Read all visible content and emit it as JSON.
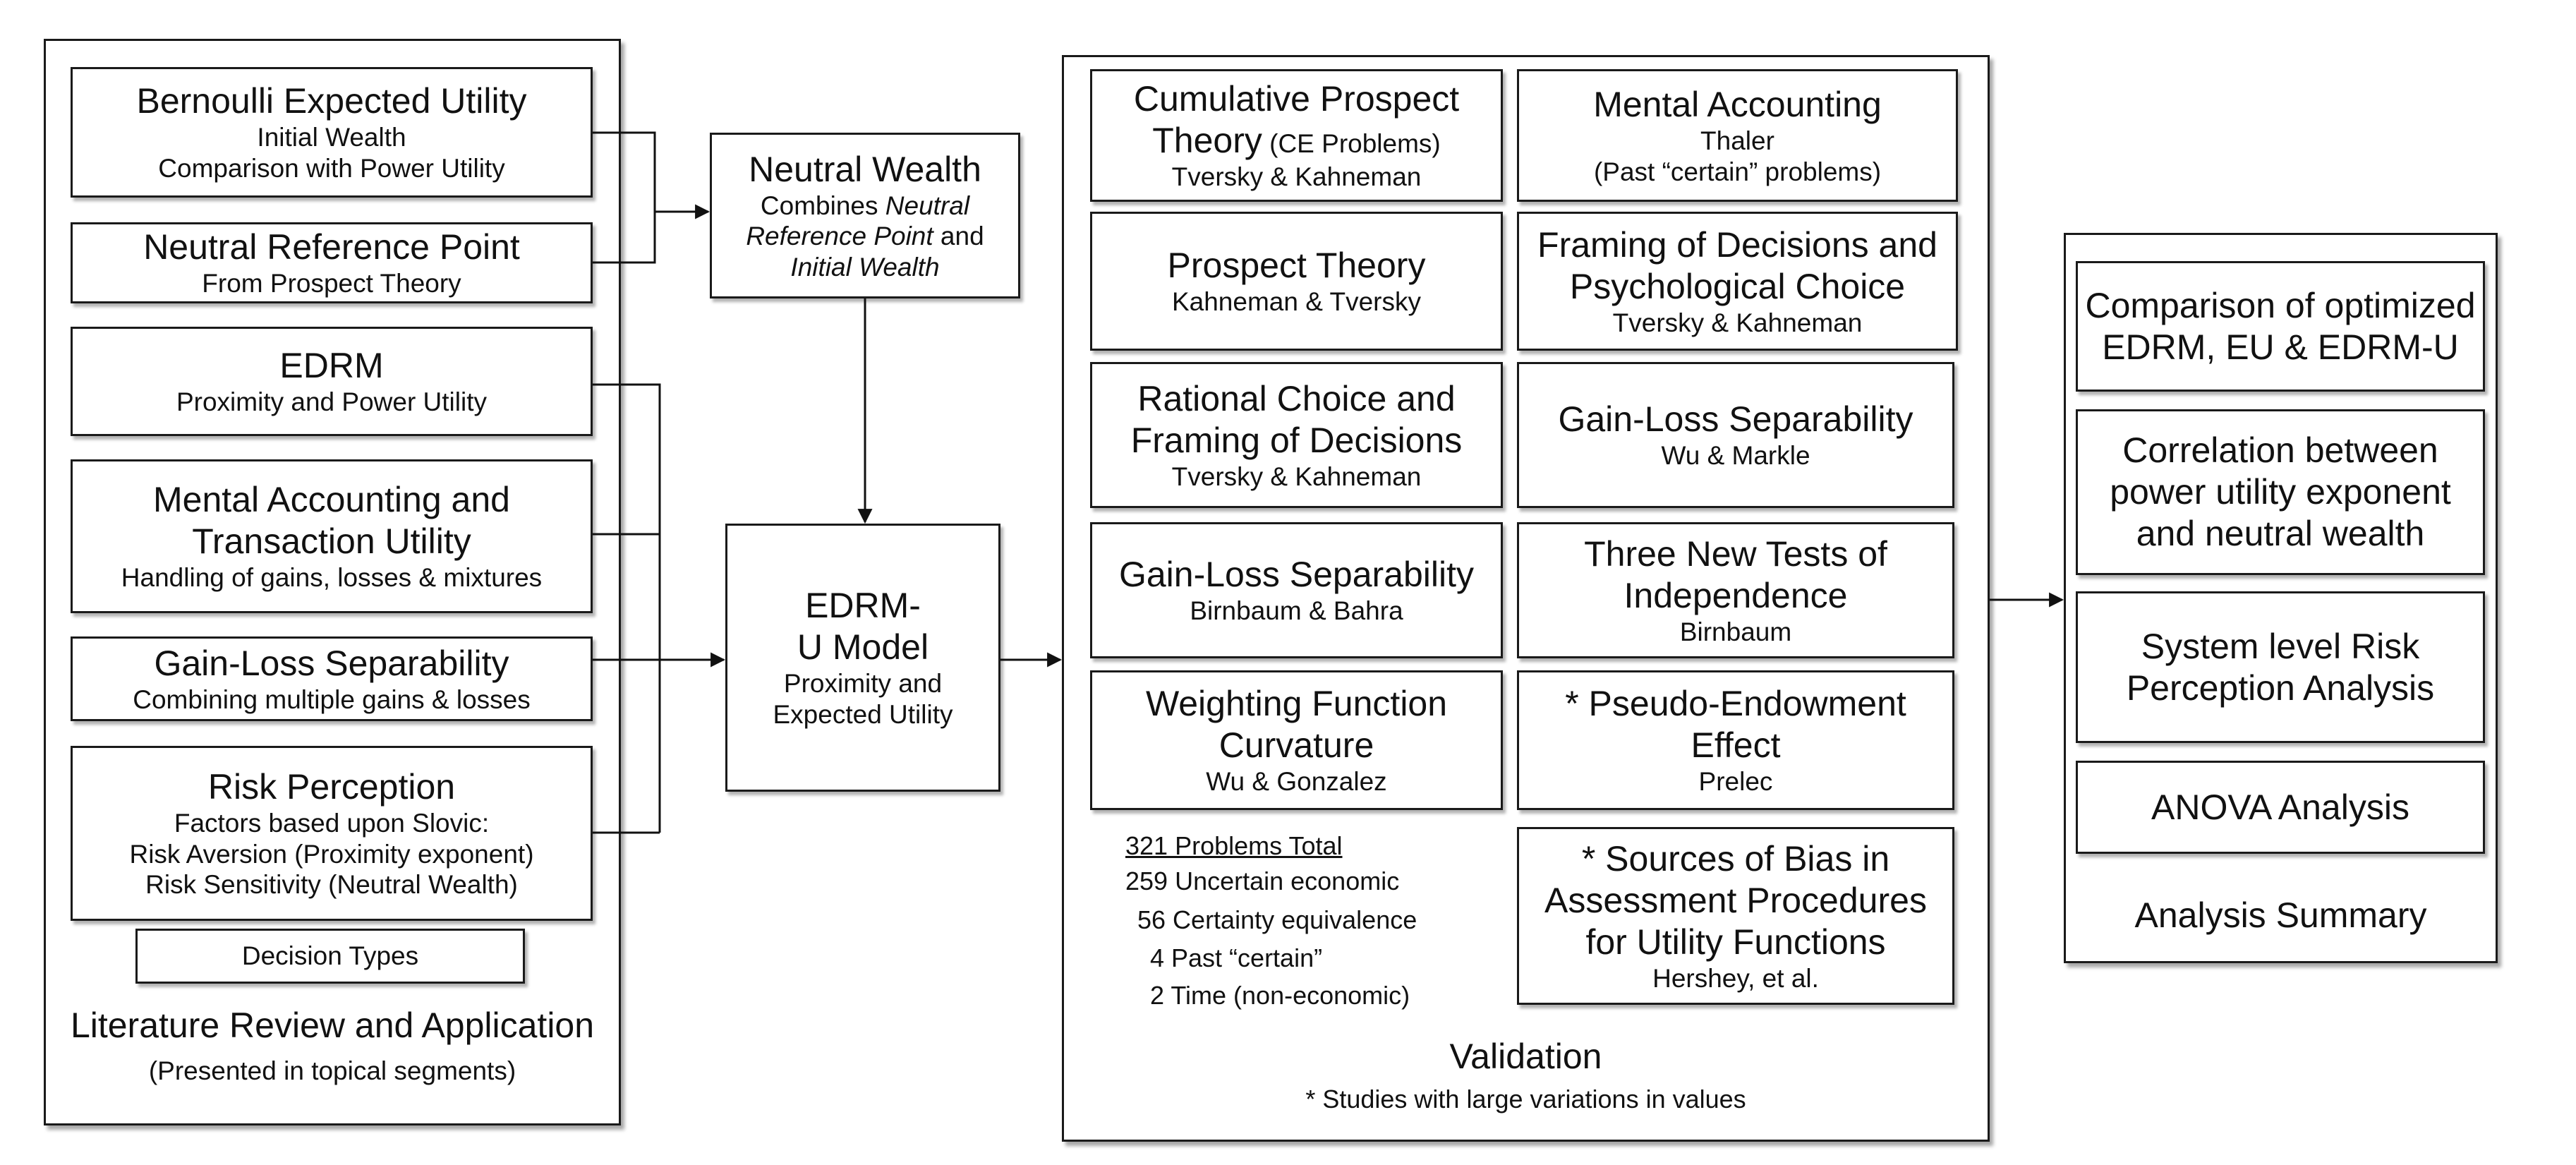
{
  "literature": {
    "title": "Literature Review and Application",
    "subtitle": "(Presented in topical segments)",
    "bernoulli": {
      "title": "Bernoulli Expected Utility",
      "line1": "Initial Wealth",
      "line2": "Comparison with Power Utility"
    },
    "neutral_ref": {
      "title": "Neutral Reference Point",
      "line1": "From Prospect Theory"
    },
    "edrm": {
      "title": "EDRM",
      "line1": "Proximity and Power Utility"
    },
    "mental": {
      "title1": "Mental Accounting and",
      "title2": "Transaction Utility",
      "line1": "Handling of gains, losses & mixtures"
    },
    "gainloss": {
      "title": "Gain-Loss Separability",
      "line1": "Combining multiple gains & losses"
    },
    "risk": {
      "title": "Risk Perception",
      "line1": "Factors based upon Slovic:",
      "line2": "Risk Aversion (Proximity exponent)",
      "line3": "Risk Sensitivity (Neutral Wealth)"
    },
    "decision_types": "Decision Types"
  },
  "neutral_wealth": {
    "title": "Neutral Wealth",
    "l1a": "Combines ",
    "l1b": "Neutral",
    "l2a": "Reference Point",
    "l2b": " and",
    "l3": "Initial Wealth"
  },
  "edrmu": {
    "title1": "EDRM-",
    "title2": "U Model",
    "line1": "Proximity and",
    "line2": "Expected Utility"
  },
  "validation": {
    "title": "Validation",
    "note": "* Studies with large variations in values",
    "cpt": {
      "title1": "Cumulative Prospect",
      "title2": "Theory",
      "title2_small": " (CE Problems)",
      "line1": "Tversky & Kahneman"
    },
    "ma": {
      "title": "Mental Accounting",
      "line1": "Thaler",
      "line2": "(Past “certain” problems)"
    },
    "pt": {
      "title": "Prospect Theory",
      "line1": "Kahneman & Tversky"
    },
    "framing": {
      "title1": "Framing of Decisions and",
      "title2": "Psychological Choice",
      "line1": "Tversky & Kahneman"
    },
    "rational": {
      "title1": "Rational Choice and",
      "title2": "Framing of Decisions",
      "line1": "Tversky & Kahneman"
    },
    "glwm": {
      "title": "Gain-Loss Separability",
      "line1": "Wu & Markle"
    },
    "glbb": {
      "title": "Gain-Loss Separability",
      "line1": "Birnbaum & Bahra"
    },
    "three": {
      "title1": "Three New Tests of",
      "title2": "Independence",
      "line1": "Birnbaum"
    },
    "weighting": {
      "title1": "Weighting Function",
      "title2": "Curvature",
      "line1": "Wu & Gonzalez"
    },
    "pseudo": {
      "title1": "* Pseudo-Endowment",
      "title2": "Effect",
      "line1": "Prelec"
    },
    "sources": {
      "title1": "* Sources of Bias in",
      "title2": "Assessment Procedures",
      "title3": "for Utility Functions",
      "line1": "Hershey, et al."
    },
    "counts": {
      "total": "321 Problems Total",
      "l1": "259 Uncertain economic",
      "l2": "56 Certainty equivalence",
      "l3": "4 Past “certain”",
      "l4": "2 Time (non-economic)"
    }
  },
  "analysis": {
    "title": "Analysis Summary",
    "compare": {
      "title1": "Comparison of optimized",
      "title2": "EDRM, EU & EDRM-U"
    },
    "corr": {
      "title1": "Correlation between",
      "title2": "power utility exponent",
      "title3": "and neutral wealth"
    },
    "system": {
      "title1": "System level Risk",
      "title2": "Perception Analysis"
    },
    "anova": {
      "title": "ANOVA Analysis"
    }
  }
}
